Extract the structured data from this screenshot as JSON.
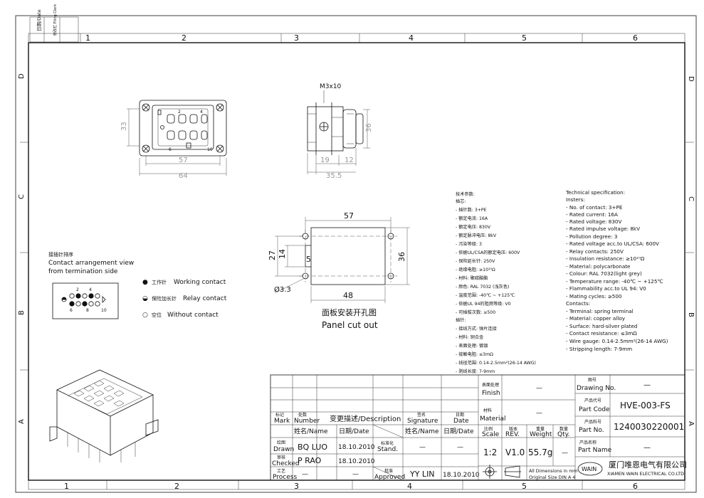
{
  "frame": {
    "top_numbers": [
      "1",
      "2",
      "3",
      "4",
      "5",
      "6"
    ],
    "bottom_numbers": [
      "1",
      "2",
      "3",
      "4",
      "5",
      "6"
    ],
    "side_letters": [
      "D",
      "C",
      "B",
      "A"
    ],
    "corner_labels": [
      "日期/Date",
      "修改栏 Filing Clerk"
    ]
  },
  "front_view": {
    "pin_numbers": [
      "2",
      "4",
      "6",
      "10"
    ],
    "dims": {
      "height": "33",
      "inner_width": "57",
      "outer_width": "64"
    }
  },
  "side_view": {
    "screw_label": "M3x10",
    "dims": {
      "height": "36",
      "a": "19",
      "b": "12",
      "total": "35.5"
    }
  },
  "panel_cutout": {
    "dims": {
      "top": "57",
      "left_outer": "27",
      "left_inner": "14",
      "five": "5",
      "right": "36",
      "bottom": "48",
      "hole": "Ø3.3"
    },
    "title_cn": "面板安装开孔图",
    "title_en": "Panel cut out"
  },
  "contact_arrangement": {
    "heading_cn": "接插针排序",
    "heading_en_1": "Contact arrangement view",
    "heading_en_2": "from termination side",
    "numbers_top": [
      "2",
      "4"
    ],
    "numbers_bottom": [
      "6",
      "8",
      "10"
    ],
    "legend": [
      {
        "symbol": "●",
        "cn": "工作针",
        "en": "Working contact"
      },
      {
        "symbol": "◒",
        "cn": "保险加长针",
        "en": "Relay contact"
      },
      {
        "symbol": "○",
        "cn": "空位",
        "en": "Without contact"
      }
    ]
  },
  "spec_cn": [
    "技术参数:",
    "插芯:",
    "- 插针数: 3+PE",
    "- 额定电流: 16A",
    "- 额定电压: 830V",
    "- 额定脉冲电压: 8kV",
    "- 污染等级: 3",
    "- 依据UL/CSA的额定电压: 600V",
    "- 保险延长针: 250V",
    "- 绝缘电阻: ≥10¹⁰Ω",
    "- 材料: 聚碳酸酯",
    "- 颜色: RAL 7032 (浅灰色)",
    "- 温度范围: -40℃ ~ +125℃",
    "- 依据UL 94的阻燃等级: V0",
    "- 可插拔次数: ≥500",
    "插针:",
    "- 接线方式: 弹片连接",
    "- 材料: 铜合金",
    "- 表面处理: 镀银",
    "- 接触电阻: ≤3mΩ",
    "- 线径范围: 0.14-2.5mm²(26-14 AWG)",
    "- 剥线长度: 7-9mm"
  ],
  "spec_en": [
    "Technical specification:",
    "Insters:",
    "- No. of contact: 3+PE",
    "- Rated current: 16A",
    "- Rated voltage: 830V",
    "- Rated impulse voltage: 8kV",
    "- Pollution degree: 3",
    "- Rated voltage acc.to UL/CSA: 600V",
    "- Relay contacts: 250V",
    "- Insulation resistance: ≥10¹⁰Ω",
    "- Material: polycarbonate",
    "- Colour: RAL 7032(light grey)",
    "- Temperature range: -40℃ ~ +125℃",
    "- Flammability acc.to UL 94: V0",
    "- Mating cycles: ≥500",
    "Contacts:",
    "- Terminal: spring terminal",
    "- Material: copper alloy",
    "- Surface: hard-silver plated",
    "- Contact resistance: ≤3mΩ",
    "- Wire gauge: 0.14-2.5mm²(26-14 AWG)",
    "- Stripping length: 7-9mm"
  ],
  "title_block": {
    "rev_header": {
      "mark_cn": "标记",
      "mark_en": "Mark",
      "number_cn": "处数",
      "number_en": "Number",
      "desc": "变更描述/Description",
      "signature_cn": "签名",
      "signature_en": "Signature",
      "date_cn": "日期",
      "date_en": "Date"
    },
    "people_header": {
      "name": "姓名/Name",
      "date": "日期/Date",
      "name2": "姓名/Name",
      "date2": "日期/Date"
    },
    "drawn_cn": "绘图",
    "drawn_en": "Drawn",
    "drawn_name": "BQ LUO",
    "drawn_date": "18.10.2010",
    "stand_cn": "标准化",
    "stand_en": "Stand.",
    "stand_name": "—",
    "stand_date": "—",
    "checked_cn": "审核",
    "checked_en": "Checked",
    "checked_name": "P RAO",
    "checked_date": "18.10.2010",
    "process_cn": "工艺",
    "process_en": "Process",
    "process_name": "—",
    "process_date": "—",
    "approved_cn": "批准",
    "approved_en": "Approved",
    "approved_name": "YY LIN",
    "approved_date": "18.10.2010",
    "finish_cn": "表面处理",
    "finish_en": "Finish",
    "finish_val": "—",
    "material_cn": "材料",
    "material_en": "Material",
    "material_val": "—",
    "scale_cn": "比例",
    "scale_en": "Scale",
    "scale_val": "1:2",
    "rev_cn": "版本",
    "rev_en": "REV.",
    "rev_val": "V1.0",
    "weight_cn": "重量",
    "weight_en": "Weight",
    "weight_val": "55.7g",
    "qty_cn": "数量",
    "qty_en": "Qty.",
    "qty_val": "—",
    "dims_note_1": "All Dimensions in mm",
    "dims_note_2": "Original Size DIN A 4",
    "drawing_no_cn": "图号",
    "drawing_no_en": "Drawing No.",
    "drawing_no_val": "—",
    "part_code_cn": "产品代号",
    "part_code_en": "Part Code",
    "part_code_val": "HVE-003-FS",
    "part_no_cn": "产品料号",
    "part_no_en": "Part No.",
    "part_no_val": "1240030220001",
    "part_name_cn": "产品名称",
    "part_name_en": "Part Name",
    "part_name_val": "—",
    "logo": "WAIN",
    "company_cn": "厦门唯恩电气有限公司",
    "company_en": "XIAMEN WAIN ELECTRICAL CO.LTD"
  }
}
